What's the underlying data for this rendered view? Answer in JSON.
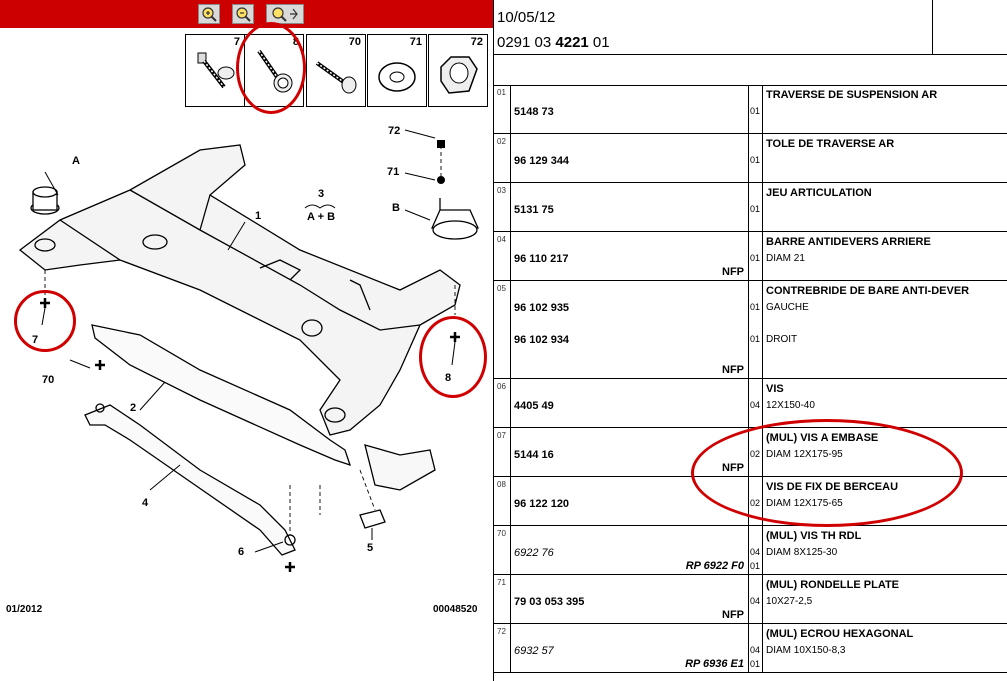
{
  "header": {
    "date": "10/05/12",
    "ref_prefix": "0291 03 ",
    "ref_bold": "4221",
    "ref_suffix": " 01"
  },
  "thumbnails": [
    "7",
    "8",
    "70",
    "71",
    "72"
  ],
  "diagram": {
    "labels": {
      "A": "A",
      "B": "B",
      "n1": "1",
      "n2": "2",
      "n3": "3",
      "n3sub": "A + B",
      "n4": "4",
      "n5": "5",
      "n6": "6",
      "n7": "7",
      "n8": "8",
      "n70": "70",
      "n71": "71",
      "n72": "72"
    },
    "footer_left": "01/2012",
    "footer_right": "00048520"
  },
  "parts": [
    {
      "line": "01",
      "ref": "5148 73",
      "italic": false,
      "qty": "01",
      "title": "TRAVERSE DE SUSPENSION AR",
      "sub": "",
      "nfp": "",
      "rp": "",
      "rpqty": ""
    },
    {
      "line": "02",
      "ref": "96 129 344",
      "italic": false,
      "qty": "01",
      "title": "TOLE DE TRAVERSE AR",
      "sub": "",
      "nfp": "",
      "rp": "",
      "rpqty": ""
    },
    {
      "line": "03",
      "ref": "5131 75",
      "italic": false,
      "qty": "01",
      "title": "JEU ARTICULATION",
      "sub": "",
      "nfp": "",
      "rp": "",
      "rpqty": ""
    },
    {
      "line": "04",
      "ref": "96 110 217",
      "italic": false,
      "qty": "01",
      "title": "BARRE ANTIDEVERS ARRIERE",
      "sub": "DIAM 21",
      "nfp": "NFP",
      "rp": "",
      "rpqty": ""
    },
    {
      "line": "05",
      "ref": "96 102 935",
      "italic": false,
      "qty": "01",
      "title": "CONTREBRIDE DE BARE ANTI-DEVER",
      "sub": "GAUCHE",
      "ref2": "96 102 934",
      "qty2": "01",
      "sub2": "DROIT",
      "nfp": "NFP",
      "rp": "",
      "rpqty": ""
    },
    {
      "line": "06",
      "ref": "4405 49",
      "italic": false,
      "qty": "04",
      "title": "VIS",
      "sub": "12X150-40",
      "nfp": "",
      "rp": "",
      "rpqty": ""
    },
    {
      "line": "07",
      "ref": "5144 16",
      "italic": false,
      "qty": "02",
      "title": "(MUL) VIS A EMBASE",
      "sub": "DIAM 12X175-95",
      "nfp": "NFP",
      "rp": "",
      "rpqty": ""
    },
    {
      "line": "08",
      "ref": "96 122 120",
      "italic": false,
      "qty": "02",
      "title": "VIS DE FIX DE BERCEAU",
      "sub": "DIAM 12X175-65",
      "nfp": "",
      "rp": "",
      "rpqty": ""
    },
    {
      "line": "70",
      "ref": "6922 76",
      "italic": true,
      "qty": "04",
      "title": "(MUL) VIS TH RDL",
      "sub": "DIAM 8X125-30",
      "nfp": "",
      "rp": "RP 6922 F0",
      "rpqty": "01"
    },
    {
      "line": "71",
      "ref": "79 03 053 395",
      "italic": false,
      "qty": "04",
      "title": "(MUL) RONDELLE PLATE",
      "sub": "10X27-2,5",
      "nfp": "NFP",
      "rp": "",
      "rpqty": ""
    },
    {
      "line": "72",
      "ref": "6932 57",
      "italic": true,
      "qty": "04",
      "title": "(MUL) ECROU HEXAGONAL",
      "sub": "DIAM 10X150-8,3",
      "nfp": "",
      "rp": "RP 6936 E1",
      "rpqty": "01"
    }
  ],
  "colors": {
    "toolbar": "#cc0000",
    "annotation": "#d00000"
  },
  "icons": [
    "zoom-in-icon",
    "zoom-out-icon",
    "zoom-fit-icon"
  ]
}
